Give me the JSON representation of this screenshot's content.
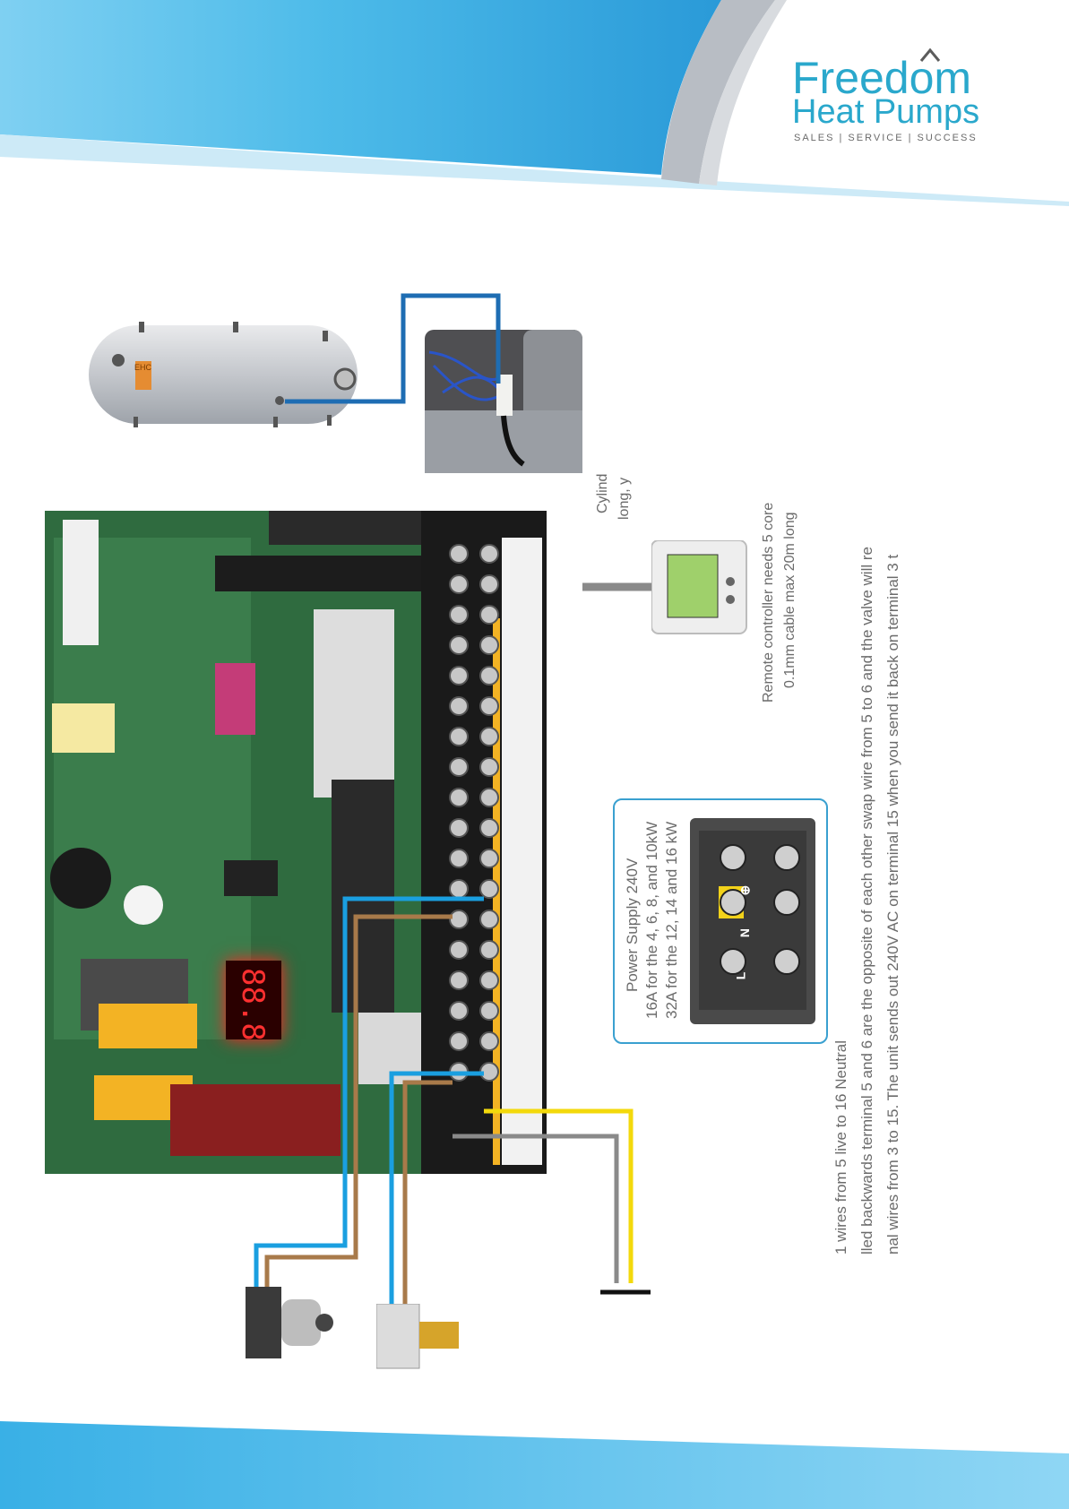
{
  "brand": {
    "name_line1": "Freedom",
    "name_line2": "Heat Pumps",
    "tagline": "SALES | SERVICE | SUCCESS",
    "color": "#2aa8cc"
  },
  "labels": {
    "cylinder_line1": "Cylind",
    "cylinder_line2": "long, y",
    "remote_line1": "Remote controller needs 5 core",
    "remote_line2": "0.1mm cable max 20m long",
    "power_line1": "Power Supply 240V",
    "power_line2": "16A for the 4, 6, 8, and 10kW",
    "power_line3": "32A for the 12, 14 and 16 kW",
    "note_line1": "1 wires from 5 live to 16 Neutral",
    "note_line2": "lled backwards terminal 5 and 6 are the opposite of each other swap wire from 5 to 6 and the valve will re",
    "note_line3": "nal wires from 3 to 15. The unit sends out  240V AC on terminal 15 when you send it back on terminal 3 t"
  },
  "display": {
    "digits": "88.8"
  },
  "components": {
    "cylinder_tag": "EHC",
    "terminal_block_marks": [
      "L",
      "N",
      "⊕"
    ]
  },
  "colors": {
    "header_blue": "#4dbbe9",
    "wire_blue": "#1e6db3",
    "wire_cyan": "#1a9fe0",
    "wire_brown": "#a87a4a",
    "wire_yellow": "#f3d90c",
    "wire_grey": "#8a8a8a",
    "callout_border": "#3aa0d0"
  }
}
